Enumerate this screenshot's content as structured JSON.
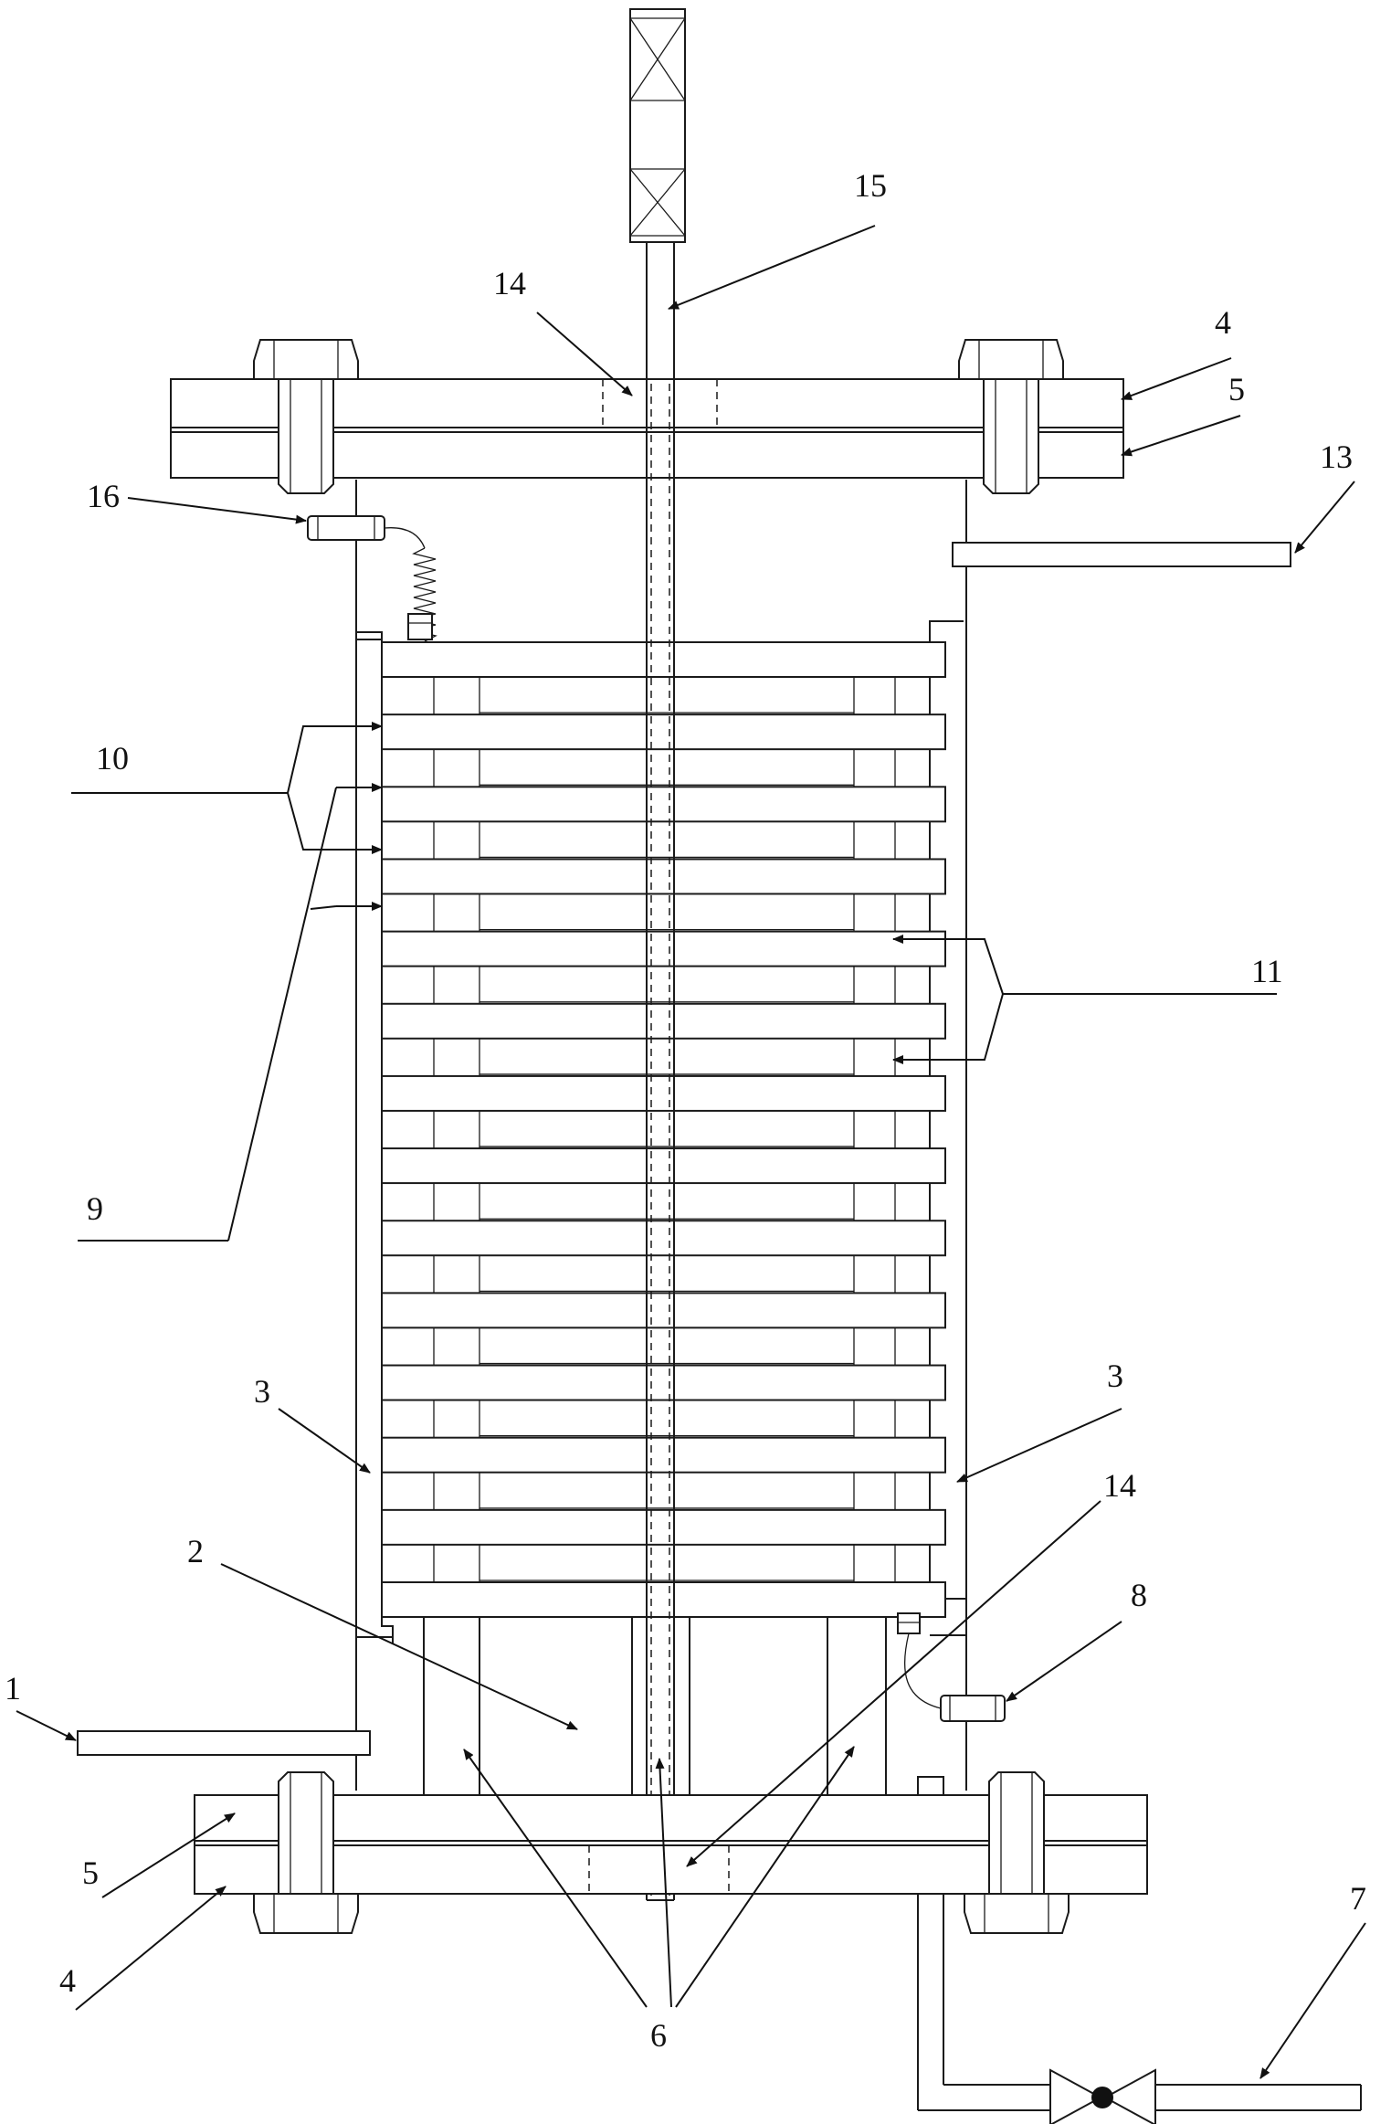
{
  "labels": {
    "n1": "1",
    "n2": "2",
    "n3a": "3",
    "n3b": "3",
    "n4a": "4",
    "n4b": "4",
    "n5a": "5",
    "n5b": "5",
    "n6": "6",
    "n7": "7",
    "n8": "8",
    "n9": "9",
    "n10": "10",
    "n11": "11",
    "n13": "13",
    "n14a": "14",
    "n14b": "14",
    "n15": "15",
    "n16": "16"
  },
  "stack": {
    "plate_count": 14
  }
}
